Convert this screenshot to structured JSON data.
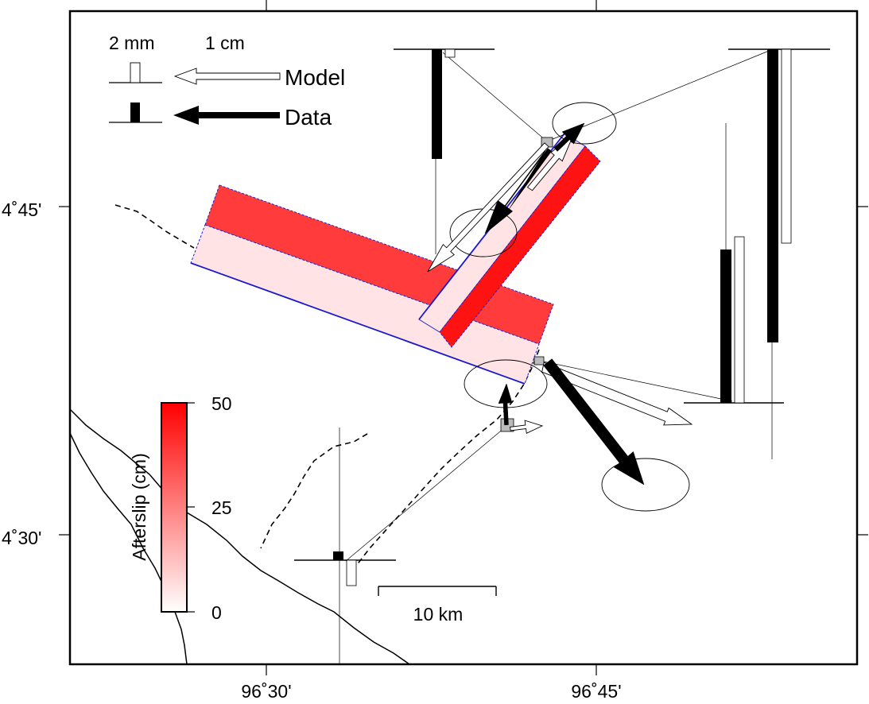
{
  "map": {
    "axis_labels": {
      "y_top": "4˚45'",
      "y_bottom": "4˚30'",
      "x_left": "96˚30'",
      "x_right": "96˚45'"
    },
    "legend": {
      "vertical_scale": "2 mm",
      "horizontal_scale": "1 cm",
      "model_label": "Model",
      "data_label": "Data",
      "model_color": "#ffffff",
      "data_color": "#000000"
    },
    "colorbar": {
      "title": "Afterslip (cm)",
      "ticks": [
        "50",
        "25",
        "0"
      ],
      "color_max": "#ff0000",
      "color_min": "#ffffff"
    },
    "scale_bar": {
      "label": "10 km"
    },
    "fault_colors": {
      "high_slip": "#ff1e1e",
      "mid_slip": "#ff3b3b",
      "low_slip": "#ffe3e5",
      "surface_trace": "#1a1acc"
    }
  }
}
